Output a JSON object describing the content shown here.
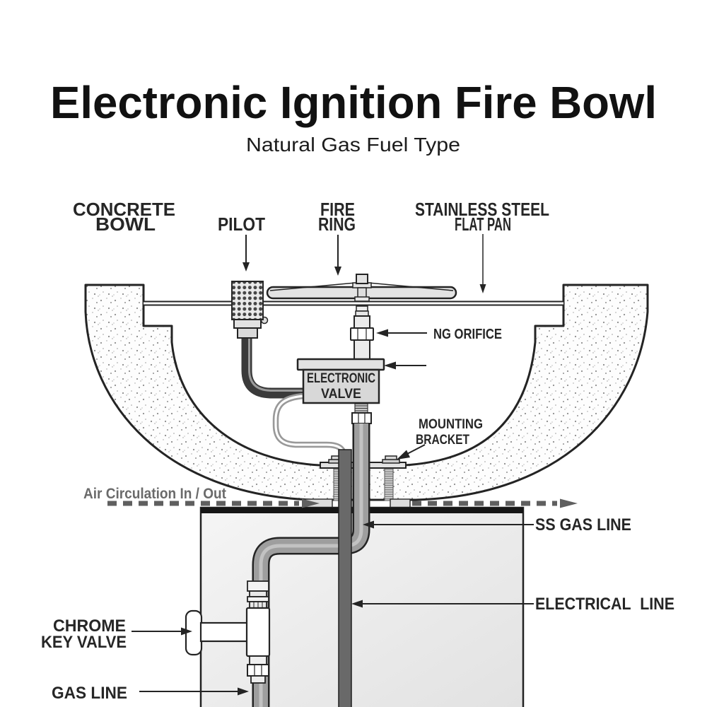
{
  "header": {
    "title": "Electronic Ignition Fire Bowl",
    "subtitle": "Natural Gas Fuel Type"
  },
  "labels": {
    "concrete1": "CONCRETE",
    "concrete2": "BOWL",
    "pilot": "PILOT",
    "fire1": "FIRE",
    "fire2": "RING",
    "pan1": "STAINLESS STEEL",
    "pan2": "FLAT PAN",
    "ng_orifice": "NG ORIFICE",
    "valve1": "ELECTRONIC",
    "valve2": "VALVE",
    "bracket1": "MOUNTING",
    "bracket2": "BRACKET",
    "air": "Air Circulation In / Out",
    "ss_gas": "SS GAS LINE",
    "electrical": "ELECTRICAL LINE",
    "chrome1": "CHROME",
    "chrome2": "KEY VALVE",
    "gas": "GAS LINE"
  },
  "colors": {
    "ink": "#242424",
    "label_text": "#262626",
    "gray_text": "#6a6a6a",
    "dash_gray": "#5f5f5f",
    "gas_pipe": "#9e9e9e",
    "electrical_conduit": "#696969",
    "valve_fill": "#d8d8d8",
    "base_fill": "#eeeeee",
    "concrete_speckle": "#8e8e8e"
  }
}
